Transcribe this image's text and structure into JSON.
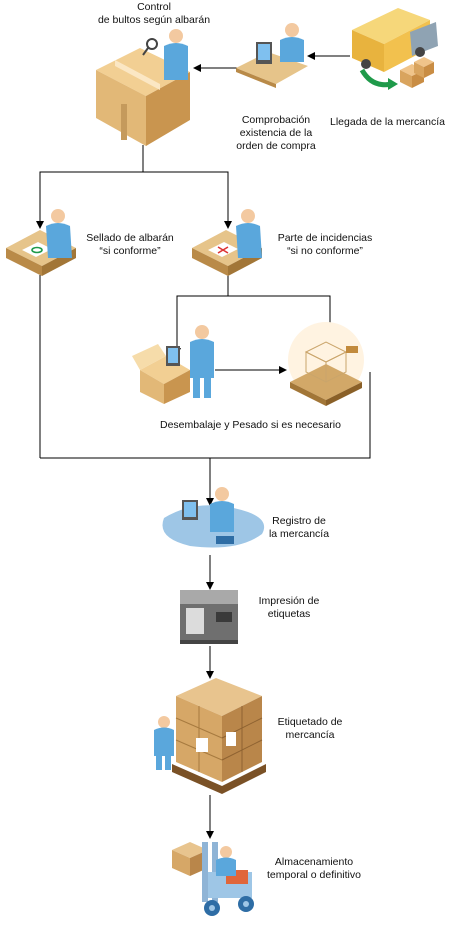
{
  "labels": {
    "control": "Control\nde bultos según albarán",
    "llegada": "Llegada de la mercancía",
    "comprobacion": "Comprobación\nexistencia de la\norden de compra",
    "sellado": "Sellado de albarán\n“si conforme”",
    "parte": "Parte de incidencias\n“si no conforme”",
    "desembalaje": "Desembalaje y Pesado si es necesario",
    "registro": "Registro de\nla mercancía",
    "impresion": "Impresión de\netiquetas",
    "etiquetado": "Etiquetado de\nmercancía",
    "almacenamiento": "Almacenamiento\ntemporal o definitivo"
  },
  "colors": {
    "line": "#000000",
    "box": "#e2b877",
    "box_dark": "#c9954f",
    "person_shirt": "#5aa7dc",
    "person_skin": "#f3c9a0",
    "desk": "#e6c48a",
    "truck": "#f2c14e",
    "arrow_green": "#1f9a4a",
    "platform": "#9ec6e6"
  },
  "icons": [
    "truck-icon",
    "worker-computer-icon",
    "box-inspection-icon",
    "stamp-desk-icon",
    "incident-desk-icon",
    "unpacking-icon",
    "scale-icon",
    "registration-desk-icon",
    "label-printer-icon",
    "pallet-icon",
    "forklift-icon"
  ]
}
